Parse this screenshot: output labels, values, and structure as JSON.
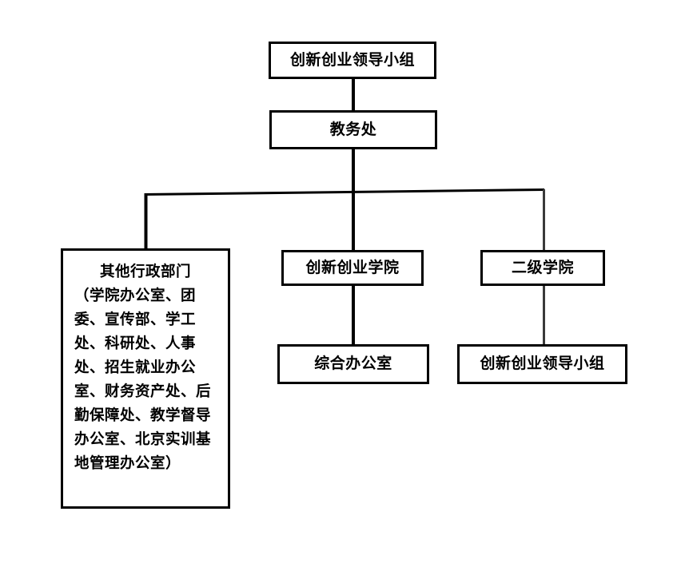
{
  "diagram": {
    "type": "organization-chart",
    "orientation": "top-down",
    "background_color": "#ffffff",
    "line_color": "#000000",
    "box_border_color": "#000000",
    "text_color": "#000000",
    "nodes": {
      "leadership_top": {
        "label": "创新创业领导小组",
        "level": 1
      },
      "academic_affairs": {
        "label": "教务处",
        "level": 2
      },
      "other_admin": {
        "heading": "其他行政部门",
        "body": "（学院办公室、团委、宣传部、学工处、科研处、人事处、招生就业办公室、财务资产处、后勤保障处、教学督导办公室、北京实训基地管理办公室）",
        "full_label": "其他行政部门（学院办公室、团委、宣传部、学工处、科研处、人事处、招生就业办公室、财务资产处、后勤保障处、教学督导办公室、北京实训基地管理办公室）",
        "lines": [
          "其他行政部门",
          "（学院办公室、团",
          "委、宣传部、学工处、",
          "科研处、人事处、招",
          "生就业办公室、财务",
          "资产处、后勤保障",
          "处、教学督导办公",
          "室、北京实训基地管",
          "理办公室）"
        ],
        "level": 3
      },
      "innovation_college": {
        "label": "创新创业学院",
        "level": 3
      },
      "secondary_college": {
        "label": "二级学院",
        "level": 3
      },
      "general_office": {
        "label": "综合办公室",
        "level": 4
      },
      "leadership_secondary": {
        "label": "创新创业领导小组",
        "level": 4
      }
    },
    "edges": [
      {
        "from": "leadership_top",
        "to": "academic_affairs",
        "style": "straight-vertical"
      },
      {
        "from": "academic_affairs",
        "to": "other_admin",
        "style": "elbow-via-bus"
      },
      {
        "from": "academic_affairs",
        "to": "innovation_college",
        "style": "straight-vertical"
      },
      {
        "from": "academic_affairs",
        "to": "secondary_college",
        "style": "elbow-via-bus"
      },
      {
        "from": "innovation_college",
        "to": "general_office",
        "style": "straight-vertical"
      },
      {
        "from": "secondary_college",
        "to": "leadership_secondary",
        "style": "straight-vertical"
      }
    ]
  }
}
